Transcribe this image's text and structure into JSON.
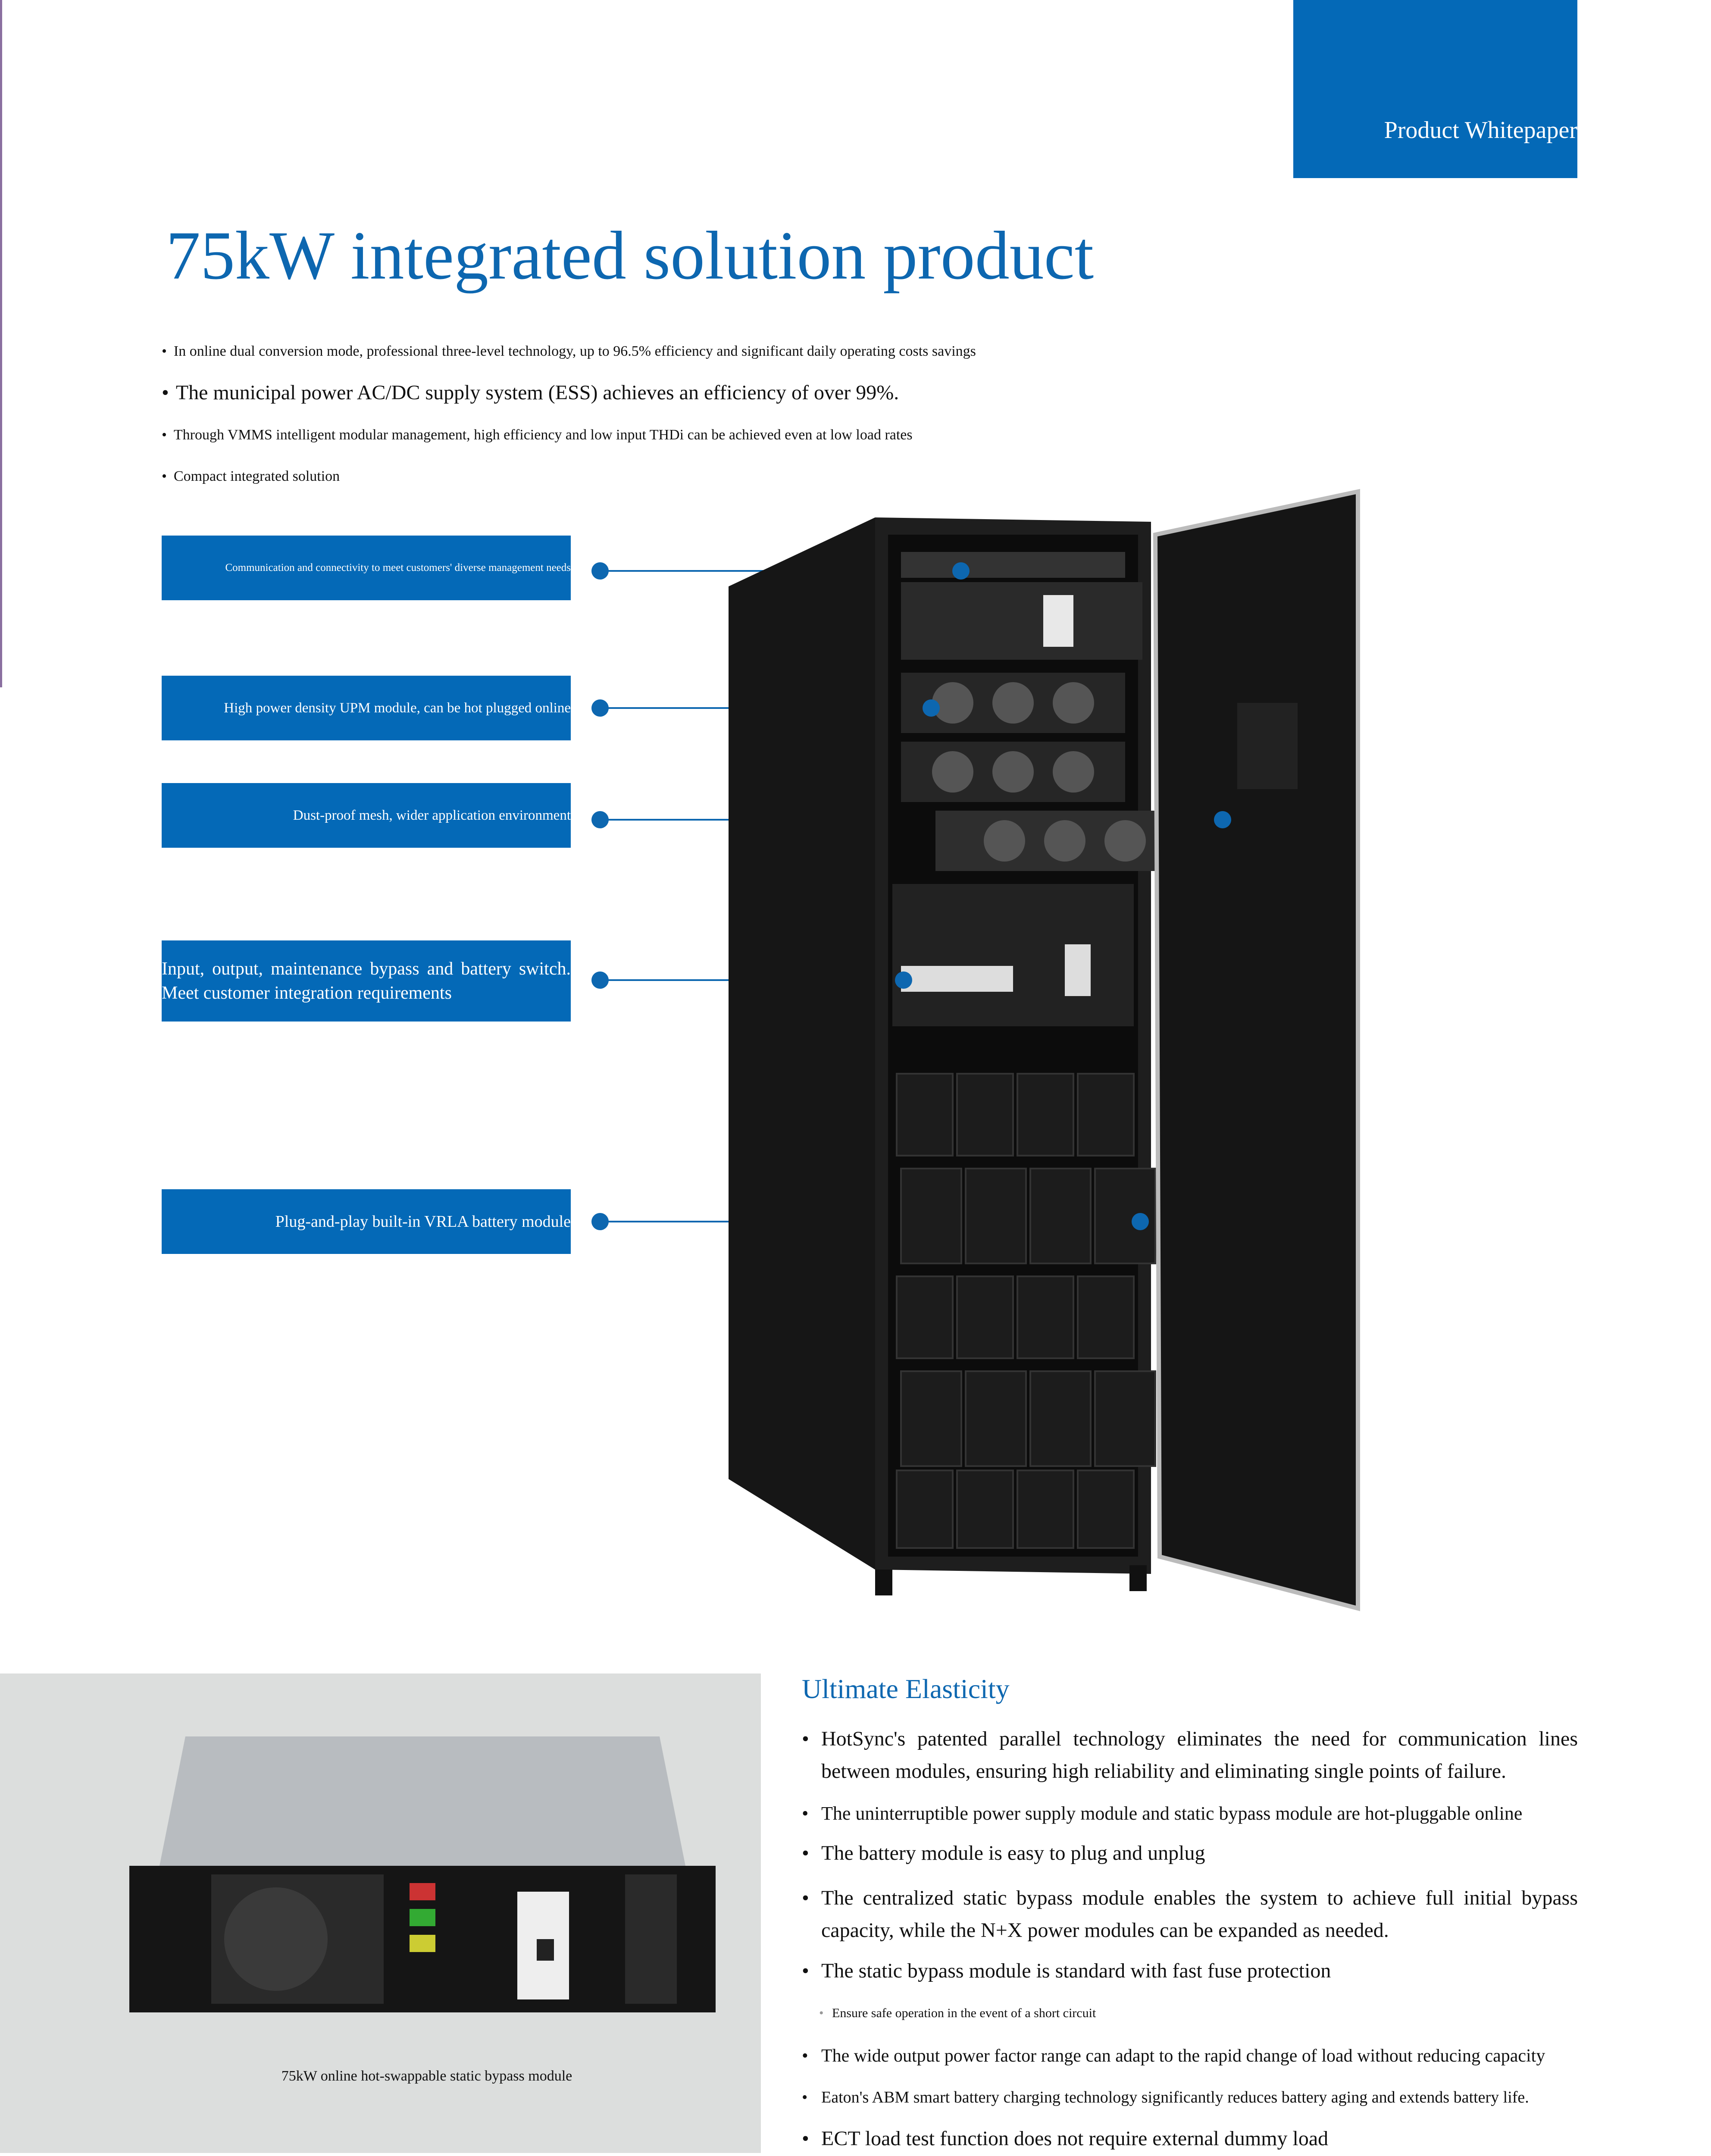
{
  "header": {
    "label": "Product Whitepaper"
  },
  "title": "75kW integrated solution product",
  "features": [
    "In online dual conversion mode, professional three-level technology, up to 96.5% efficiency and significant daily operating costs savings",
    "The municipal power AC/DC supply system (ESS) achieves an efficiency of over 99%.",
    "Through VMMS intelligent modular management, high efficiency and low input THDi can be achieved even at low load rates",
    "Compact integrated solution"
  ],
  "callouts": [
    "Communication and connectivity to meet customers' diverse management needs",
    "High power density UPM module, can be hot plugged online",
    "Dust-proof mesh, wider application environment",
    "Input, output, maintenance bypass and battery switch. Meet customer integration requirements",
    "Plug-and-play built-in VRLA battery module"
  ],
  "module_caption": "75kW online hot-swappable static bypass module",
  "elasticity": {
    "heading": "Ultimate Elasticity",
    "items": [
      "HotSync's patented parallel technology eliminates the need for communication lines between modules, ensuring high reliability and eliminating single points of failure.",
      "The uninterruptible power supply module and static bypass module are hot-pluggable online",
      "The battery module is easy to plug and unplug",
      "The centralized static bypass module enables the system to achieve full initial bypass capacity, while the N+X power modules can be expanded as needed.",
      "The static bypass module is standard with fast fuse protection",
      "Ensure safe operation in the event of a short circuit",
      "The wide output power factor range can adapt to the rapid change of load without reducing capacity",
      "Eaton's ABM smart battery charging technology significantly reduces battery aging and extends battery life.",
      "ECT load test function does not require external dummy load"
    ]
  },
  "colors": {
    "brand": "#0469b7",
    "panel": "#dcdedd"
  }
}
